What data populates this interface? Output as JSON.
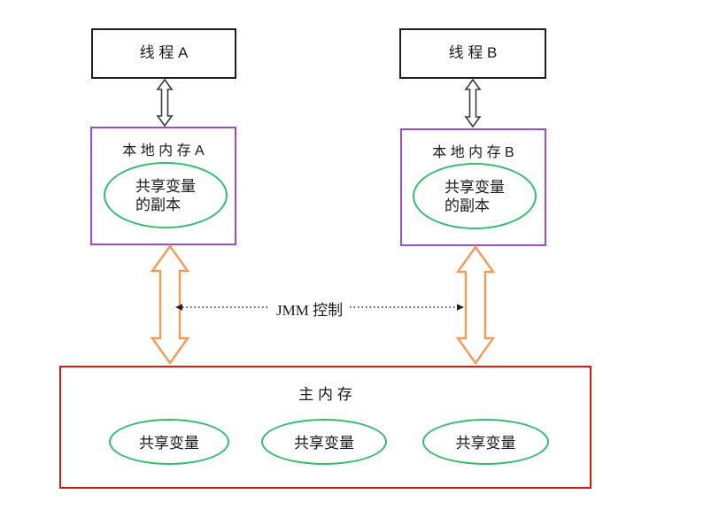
{
  "colors": {
    "thread_border": "#1f1f1f",
    "local_memory_border": "#9a4fc8",
    "main_memory_border": "#d21b15",
    "shared_var_ellipse": "#32be6c",
    "orange_arrow": "#f39c57",
    "black_arrow": "#3c3c3c",
    "dotted_line": "#1f1f1f",
    "text": "#1a1a1a"
  },
  "thread_a": {
    "label": "线 程 A"
  },
  "thread_b": {
    "label": "线 程 B"
  },
  "local_memory_a": {
    "title": "本 地 内 存 A",
    "copy_line1": "共享变量",
    "copy_line2": "的副本"
  },
  "local_memory_b": {
    "title": "本 地 内 存 B",
    "copy_line1": "共享变量",
    "copy_line2": "的副本"
  },
  "jmm_control": {
    "label": "JMM 控制"
  },
  "main_memory": {
    "title": "主 内 存",
    "shared_vars": [
      "共享变量",
      "共享变量",
      "共享变量"
    ]
  }
}
